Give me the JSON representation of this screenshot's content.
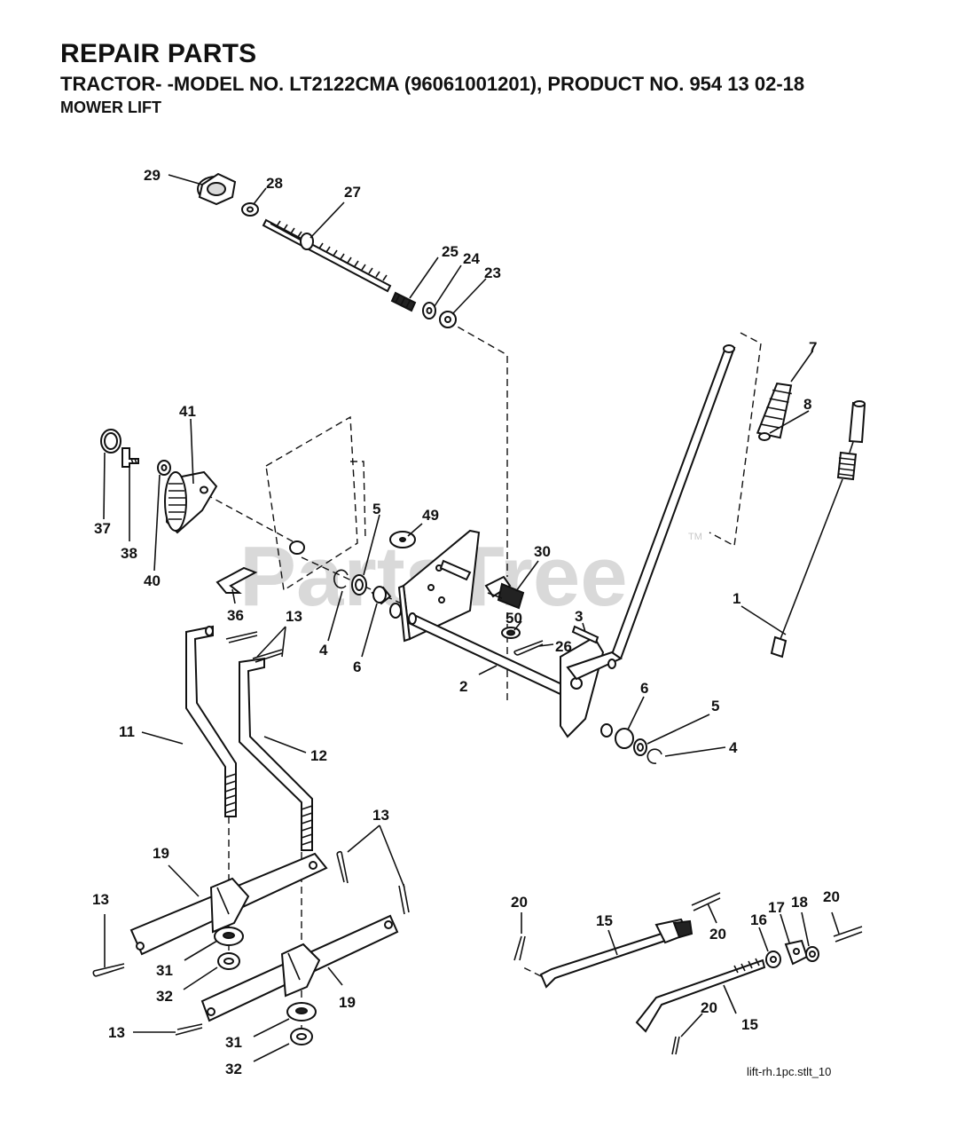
{
  "header": {
    "title": "REPAIR PARTS",
    "subtitle": "TRACTOR- -MODEL NO. LT2122CMA (96061001201), PRODUCT NO. 954 13 02-18",
    "section": "MOWER LIFT"
  },
  "watermark": {
    "text": "PartsTree",
    "trademark": "TM"
  },
  "reference_code": "lift-rh.1pc.stlt_10",
  "callouts": {
    "c1": "1",
    "c2": "2",
    "c3": "3",
    "c4a": "4",
    "c4b": "4",
    "c5a": "5",
    "c5b": "5",
    "c6a": "6",
    "c6b": "6",
    "c7": "7",
    "c8": "8",
    "c11": "11",
    "c12": "12",
    "c13a": "13",
    "c13b": "13",
    "c13c": "13",
    "c13d": "13",
    "c15a": "15",
    "c15b": "15",
    "c16": "16",
    "c17": "17",
    "c18": "18",
    "c19a": "19",
    "c19b": "19",
    "c20a": "20",
    "c20b": "20",
    "c20c": "20",
    "c20d": "20",
    "c23": "23",
    "c24": "24",
    "c25": "25",
    "c26": "26",
    "c27": "27",
    "c28": "28",
    "c29": "29",
    "c30": "30",
    "c31a": "31",
    "c31b": "31",
    "c32a": "32",
    "c32b": "32",
    "c36": "36",
    "c37": "37",
    "c38": "38",
    "c40": "40",
    "c41": "41",
    "c49": "49",
    "c50": "50"
  }
}
